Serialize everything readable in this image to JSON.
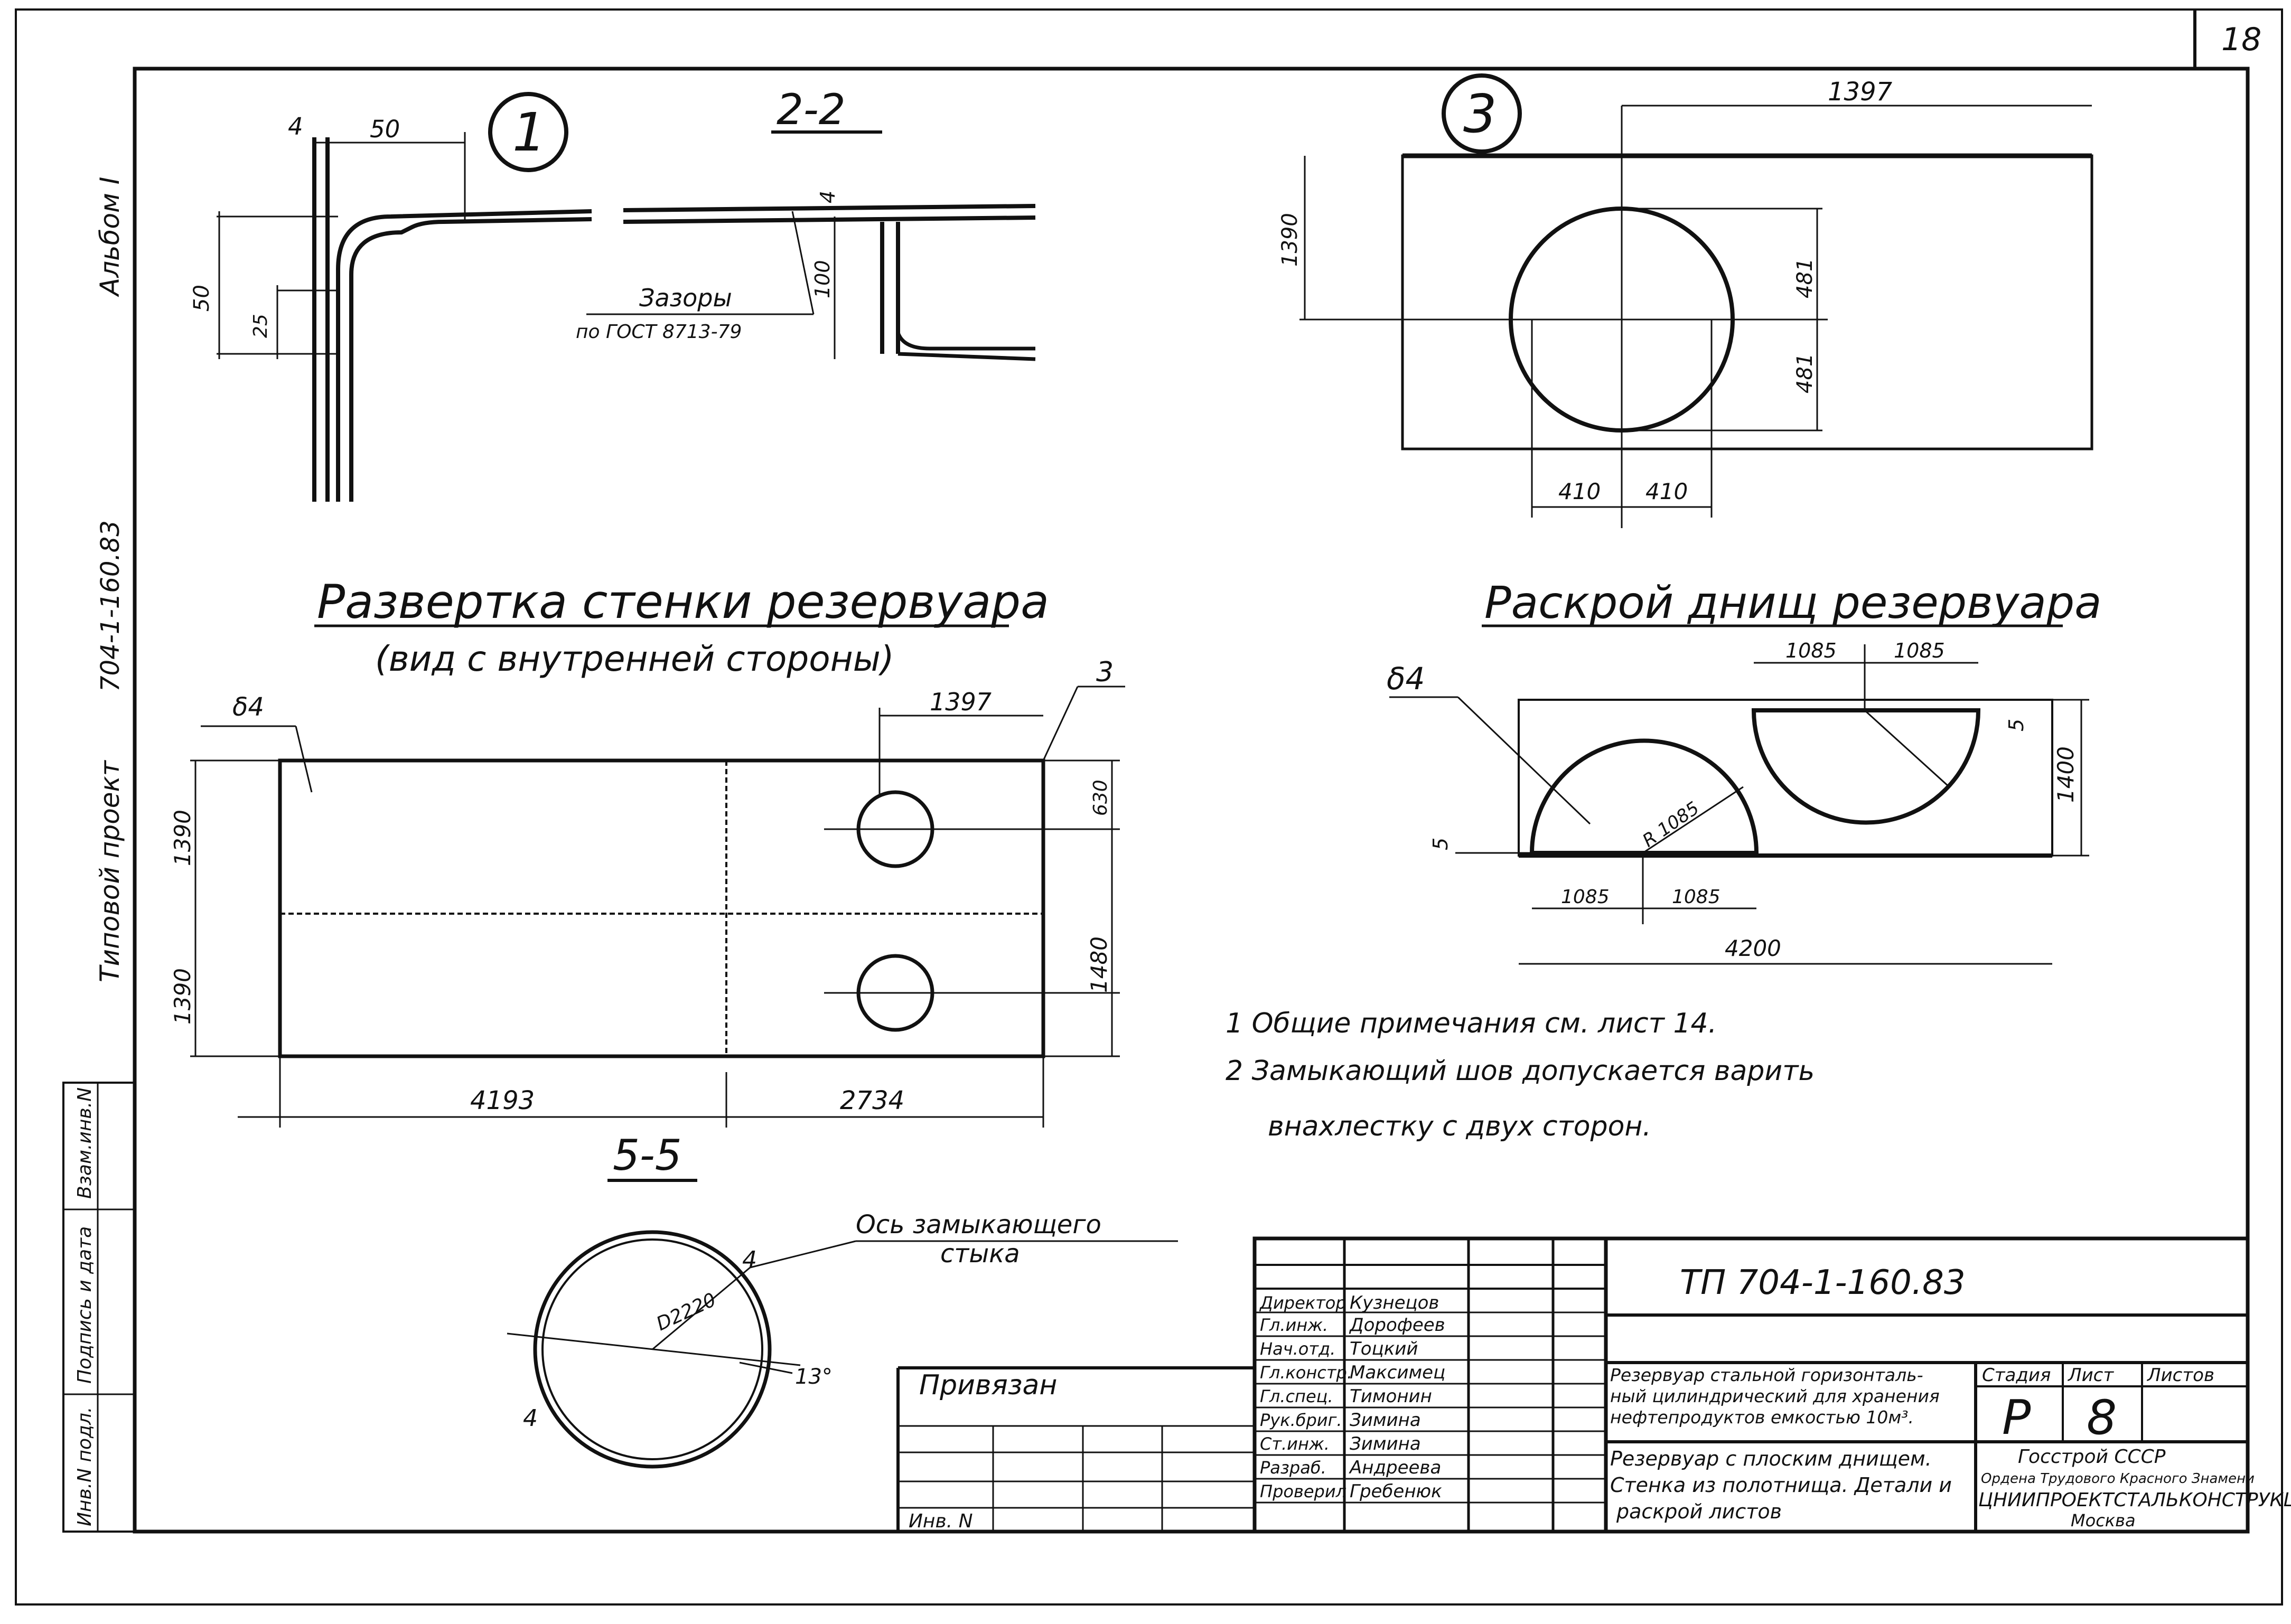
{
  "sheet": {
    "number": "18",
    "code": "ТП 704-1-160.83"
  },
  "margin": {
    "album": "Альбом I",
    "project_code": "704-1-160.83",
    "project_type": "Типовой проект",
    "stamp_1": "Взам.инв.N",
    "stamp_2": "Подпись и дата",
    "stamp_3": "Инв.N подл."
  },
  "detail1": {
    "mark": "1",
    "dims": {
      "top_a": "4",
      "top_b": "50",
      "left_outer": "50",
      "left_inner": "25"
    }
  },
  "section22": {
    "title": "2-2",
    "thk": "4",
    "height": "100",
    "note_1": "Зазоры",
    "note_2": "по ГОСТ 8713-79"
  },
  "detail3": {
    "mark": "3",
    "dims": {
      "width": "1397",
      "height": "1390",
      "r_top": "481",
      "r_bot": "481",
      "half_l": "410",
      "half_r": "410"
    }
  },
  "wall": {
    "title": "Развертка стенки резервуара",
    "subtitle": "(вид с внутренней стороны)",
    "dims": {
      "thk": "δ4",
      "tail": "1397",
      "callout": "3",
      "h_top": "1390",
      "h_bot": "1390",
      "r_top": "630",
      "r_bot": "1480",
      "len_a": "4193",
      "len_b": "2734"
    }
  },
  "bottoms": {
    "title": "Раскрой днищ резервуара",
    "dims": {
      "thk": "δ4",
      "top_a": "1085",
      "top_b": "1085",
      "radius": "R 1085",
      "gap_right": "5",
      "gap_left": "5",
      "height": "1400",
      "bot_a": "1085",
      "bot_b": "1085",
      "total": "4200"
    }
  },
  "notes": [
    "1  Общие примечания см. лист 14.",
    "2  Замыкающий шов допускается варить",
    "внахлестку с двух сторон."
  ],
  "section55": {
    "title": "5-5",
    "axis_1": "Ось замыкающего",
    "axis_2": "стыка",
    "thk_a": "4",
    "thk_b": "4",
    "diameter": "D2220",
    "angle": "13°"
  },
  "title_block": {
    "binding": "Привязан",
    "inv": "Инв. N",
    "roles": [
      "Директор",
      "Гл.инж.",
      "Нач.отд.",
      "Гл.констр.",
      "Гл.спец.",
      "Рук.бриг.",
      "Ст.инж.",
      "Разраб.",
      "Проверил"
    ],
    "names": [
      "Кузнецов",
      "Дорофеев",
      "Тоцкий",
      "Максимец",
      "Тимонин",
      "Зимина",
      "Зимина",
      "Андреева",
      "Гребенюк"
    ],
    "description_1": "Резервуар стальной горизонталь-",
    "description_2": "ный цилиндрический для хранения",
    "description_3": "нефтепродуктов емкостью 10м³.",
    "content_1": "Резервуар с плоским днищем.",
    "content_2": "Стенка из полотнища. Детали и",
    "content_3": "раскрой листов",
    "stage_label": "Стадия",
    "sheet_label": "Лист",
    "sheets_label": "Листов",
    "stage": "Р",
    "sheet_no": "8",
    "org_1": "Госстрой СССР",
    "org_2": "Ордена Трудового Красного Знамени",
    "org_3": "ЦНИИПРОЕКТСТАЛЬКОНСТРУКЦИЯ",
    "org_4": "Москва"
  }
}
